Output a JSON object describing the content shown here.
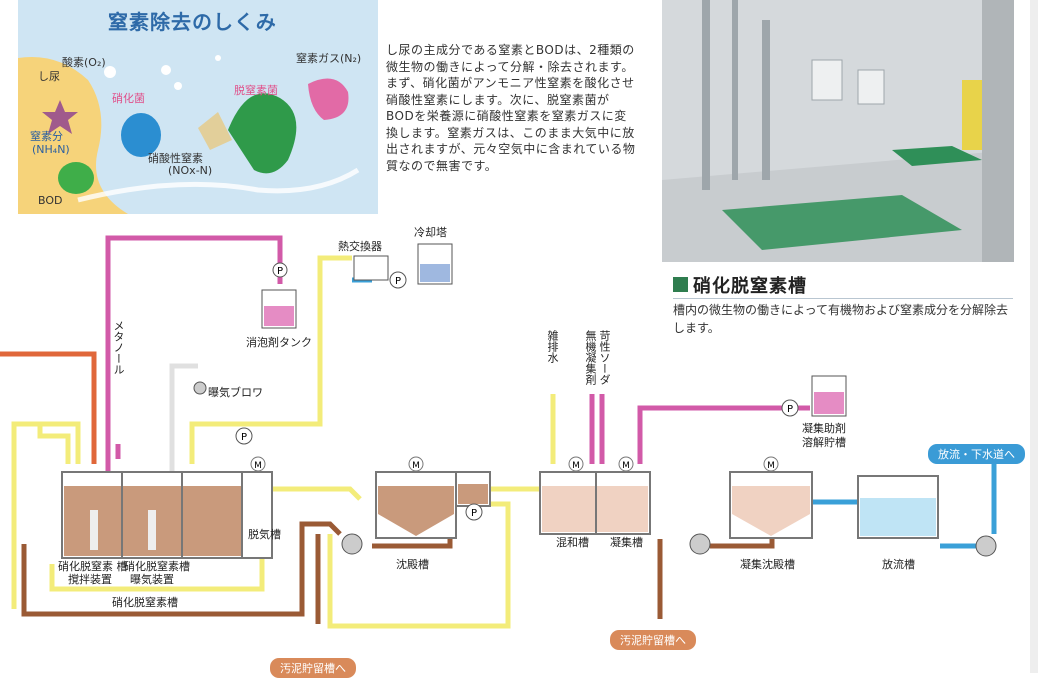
{
  "illustration": {
    "title": "窒素除去のしくみ",
    "label_oxygen": "酸素(O₂)",
    "label_nitrogen_gas": "窒素ガス(N₂)",
    "label_urine": "し尿",
    "label_nitrifier": "硝化菌",
    "label_denitrifier": "脱窒素菌",
    "label_nitrogen_part": "窒素分",
    "label_nh4": "(NH₄N)",
    "label_nitrate": "硝酸性窒素",
    "label_nox": "(NOx-N)",
    "label_bod": "BOD"
  },
  "description": "し尿の主成分である窒素とBODは、2種類の微生物の働きによって分解・除去されます。まず、硝化菌がアンモニア性窒素を酸化させ硝酸性窒素にします。次に、脱窒素菌がBODを栄養源に硝酸性窒素を窒素ガスに変換します。窒素ガスは、このまま大気中に放出されますが、元々空気中に含まれている物質なので無害です。",
  "section": {
    "title": "硝化脱窒素槽",
    "subtitle": "槽内の微生物の働きによって有機物および窒素成分を分解除去します。"
  },
  "diagram": {
    "heat_exchanger": "熱交換器",
    "cooling_tower": "冷却塔",
    "antifoam_tank": "消泡剤タンク",
    "methanol": "メタノール",
    "aeration_blower": "曝気ブロワ",
    "tank_agitator_line1": "硝化脱窒素 槽",
    "tank_agitator_line2": "撹拌装置",
    "tank_aerator_line1": "硝化脱窒素槽",
    "tank_aerator_line2": "曝気装置",
    "denitrification_tank": "硝化脱窒素槽",
    "degassing_tank": "脱気槽",
    "settling_tank": "沈殿槽",
    "misc_wastewater": "雑排水",
    "inorganic_coagulant": "無機凝集剤",
    "caustic_soda": "苛性ソーダ",
    "mixing_tank": "混和槽",
    "coagulation_tank": "凝集槽",
    "coag_aid_line1": "凝集助剤",
    "coag_aid_line2": "溶解貯槽",
    "coag_settling_tank": "凝集沈殿槽",
    "discharge_tank": "放流槽",
    "discharge_sewer": "放流・下水道へ",
    "sludge_storage_1": "汚泥貯留槽へ",
    "sludge_storage_2": "汚泥貯留槽へ",
    "pump_letter": "P",
    "motor_letter": "M"
  },
  "colors": {
    "pink": "#d25aa8",
    "yellow": "#f3ec7a",
    "brown": "#9a5a35",
    "orange": "#e0673a",
    "blue": "#3aa0d8",
    "tank_fill": "#c99a7c"
  }
}
